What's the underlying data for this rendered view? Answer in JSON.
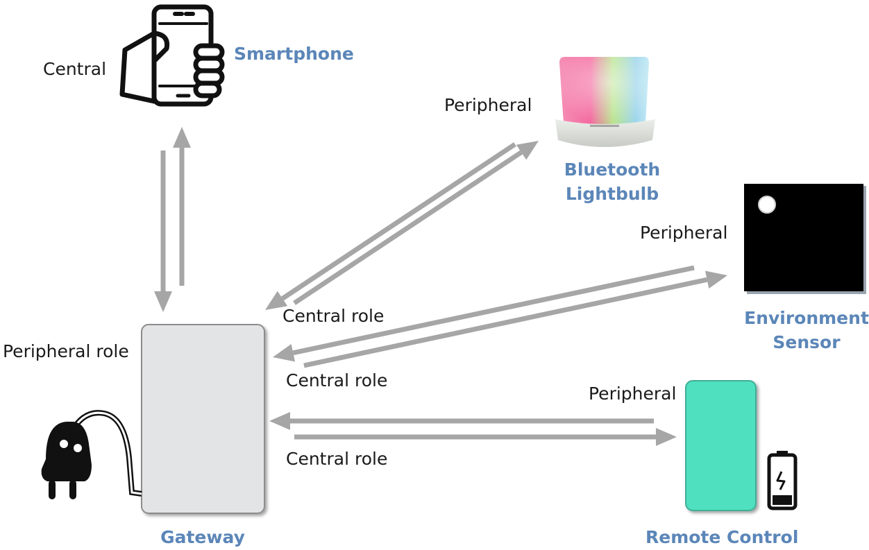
{
  "devices": {
    "smartphone": {
      "name": "Smartphone",
      "role": "Central"
    },
    "lightbulb": {
      "name_line1": "Bluetooth",
      "name_line2": "Lightbulb",
      "role": "Peripheral"
    },
    "sensor": {
      "name_line1": "Environment",
      "name_line2": "Sensor",
      "role": "Peripheral"
    },
    "remote": {
      "name": "Remote Control",
      "role": "Peripheral"
    },
    "gateway": {
      "name": "Gateway",
      "role": "Peripheral role"
    }
  },
  "links": {
    "lightbulb_central": "Central role",
    "sensor_central": "Central role",
    "remote_central": "Central role"
  },
  "colors": {
    "arrow": "#a6a6a6",
    "device_name": "#5b86b8",
    "gateway_fill": "#e3e4e6",
    "remote_fill": "#4fe0c0",
    "sensor_fill": "#000000"
  },
  "icons": [
    "smartphone-hand-icon",
    "lightbulb-icon",
    "sensor-icon",
    "remote-control-icon",
    "battery-icon",
    "power-plug-icon"
  ]
}
